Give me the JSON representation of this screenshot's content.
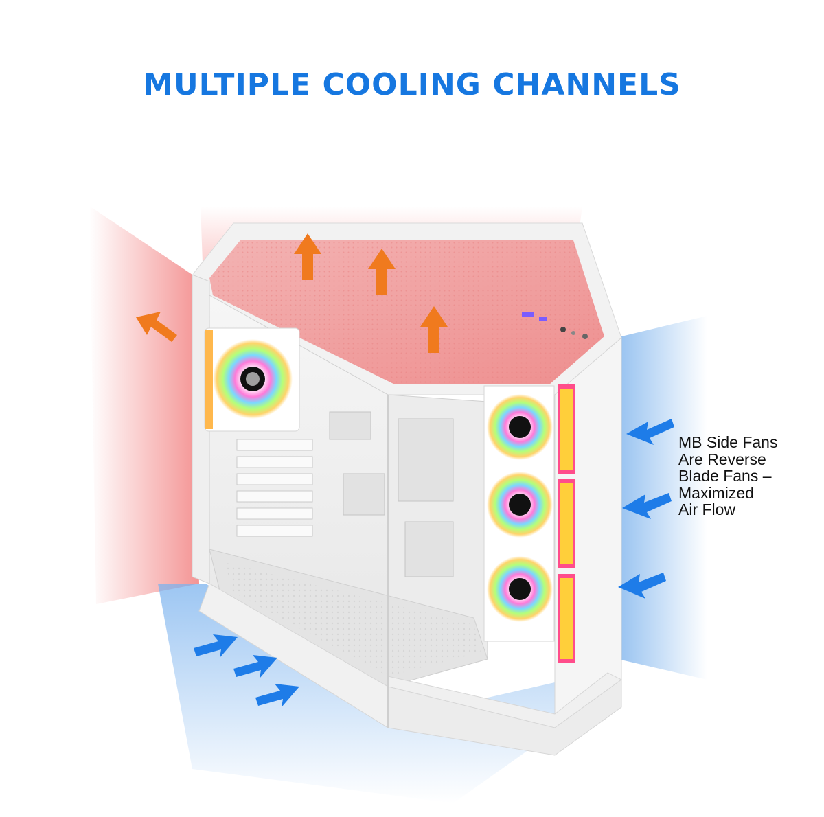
{
  "title": "MULTIPLE COOLING CHANNELS",
  "caption": {
    "lines": [
      "MB Side Fans",
      "Are Reverse",
      "Blade Fans –",
      "Maximized",
      "Air Flow"
    ]
  },
  "colors": {
    "title": "#1677e0",
    "exhaust_arrow": "#f07a1e",
    "intake_arrow": "#1e7ce8",
    "hot_glow": "#f26b6b",
    "cool_glow": "#6aa8ea",
    "case_white": "#f4f4f4"
  },
  "icons": [
    "exhaust-arrow-icon",
    "intake-arrow-icon",
    "rgb-fan-icon"
  ]
}
